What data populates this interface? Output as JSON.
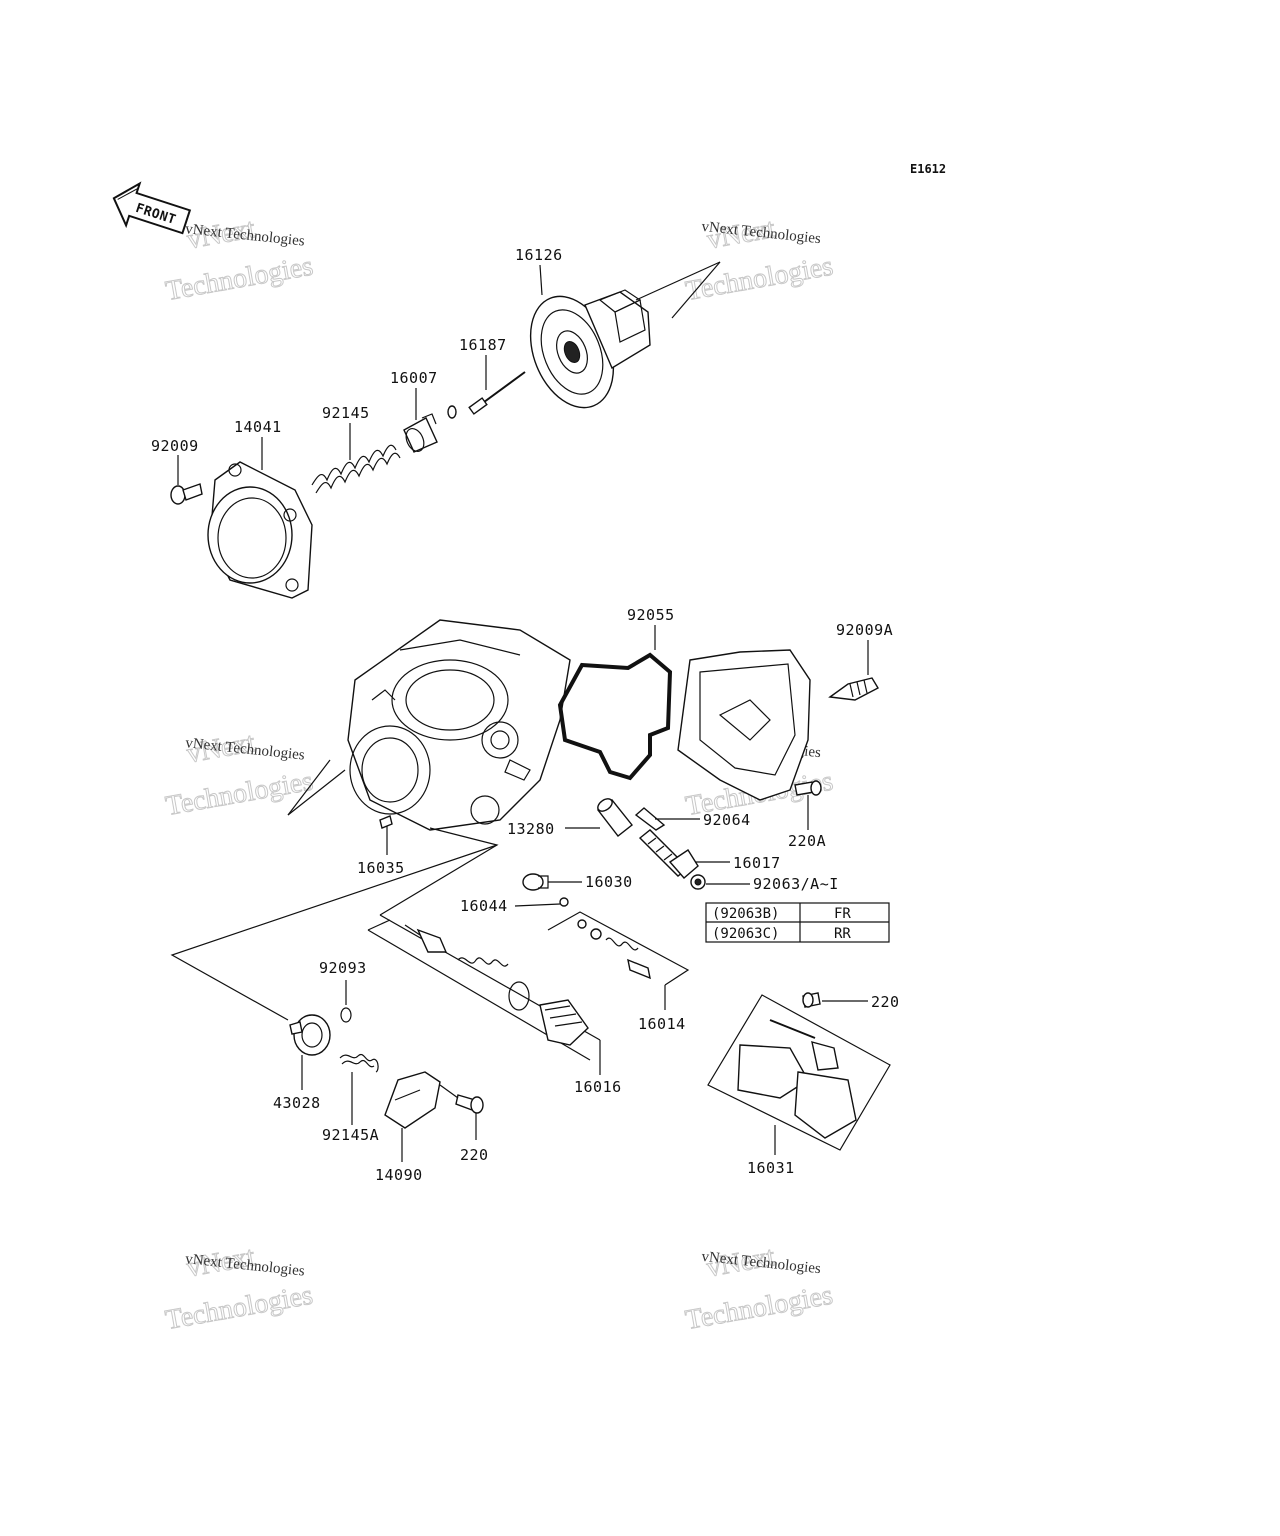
{
  "diagram_code": "E1612",
  "front_label": "FRONT",
  "watermark": {
    "line1": "vNext Technologies",
    "line2": "vNext Technologies"
  },
  "labels": {
    "p16126": "16126",
    "p16187": "16187",
    "p16007": "16007",
    "p92145": "92145",
    "p14041": "14041",
    "p92009": "92009",
    "p92055": "92055",
    "p92009A": "92009A",
    "p92064": "92064",
    "p13280": "13280",
    "p220A": "220A",
    "p16017": "16017",
    "p16035": "16035",
    "p16030": "16030",
    "p92063": "92063/A~I",
    "p16044": "16044",
    "p92093": "92093",
    "p16014": "16014",
    "p220a": "220",
    "p43028": "43028",
    "p16016": "16016",
    "p92145A": "92145A",
    "p220b": "220",
    "p14090": "14090",
    "p16031": "16031"
  },
  "variant_table": [
    {
      "code": "(92063B)",
      "pos": "FR"
    },
    {
      "code": "(92063C)",
      "pos": "RR"
    }
  ]
}
